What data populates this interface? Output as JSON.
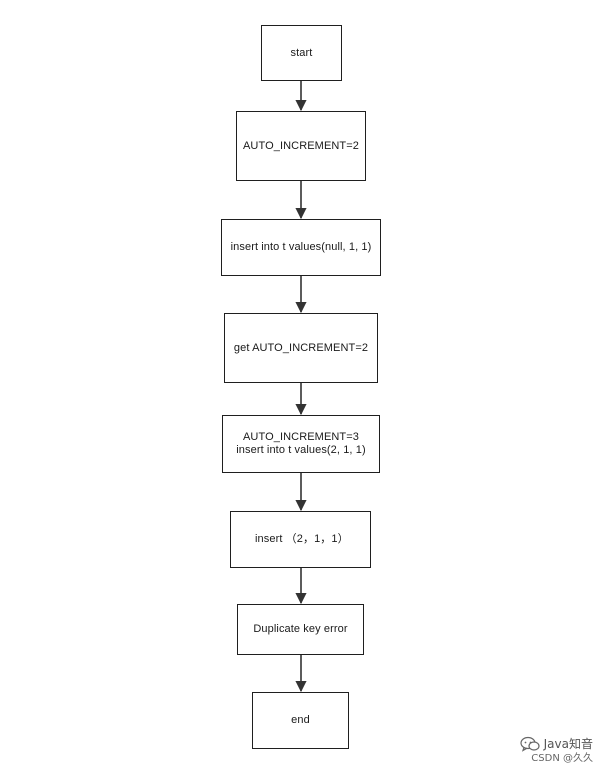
{
  "nodes": {
    "start": "start",
    "auto_increment_2": "AUTO_INCREMENT=2",
    "insert_null": "insert into t values(null, 1, 1)",
    "get_auto_increment": "get AUTO_INCREMENT=2",
    "auto_increment_3": "AUTO_INCREMENT=3",
    "insert_2_1_1": "insert into t values(2, 1, 1)",
    "insert_tuple": "insert （2，1，1）",
    "duplicate_key": "Duplicate key error",
    "end": "end"
  },
  "watermark": {
    "brand": "Java知音",
    "credit": "CSDN @久久",
    "icon": "wechat-bubble-icon"
  },
  "colors": {
    "stroke": "#1f1f1f",
    "background": "#ffffff",
    "watermark": "#555555"
  }
}
